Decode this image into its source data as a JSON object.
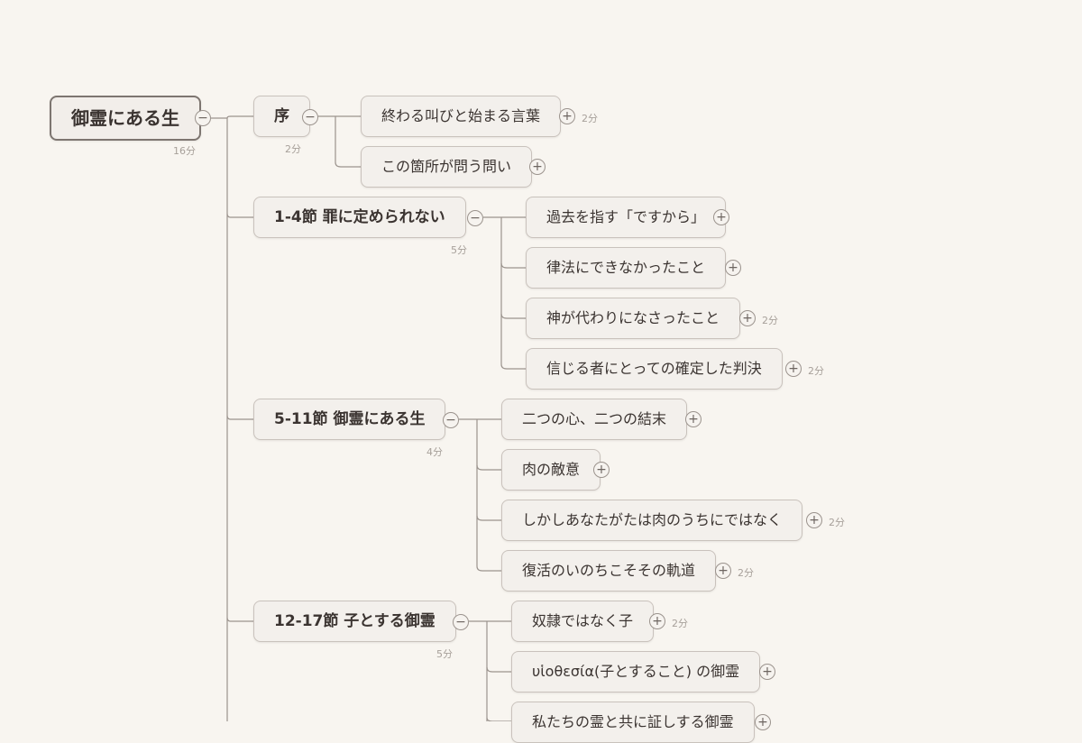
{
  "mindmap": {
    "root": {
      "label": "御霊にある生",
      "duration": "16分"
    },
    "sections": [
      {
        "label": "序",
        "duration": "2分",
        "children": [
          {
            "label": "終わる叫びと始まる言葉",
            "duration": "2分"
          },
          {
            "label": "この箇所が問う問い",
            "duration": ""
          }
        ]
      },
      {
        "label": "1-4節 罪に定められない",
        "duration": "5分",
        "children": [
          {
            "label": "過去を指す「ですから」",
            "duration": ""
          },
          {
            "label": "律法にできなかったこと",
            "duration": ""
          },
          {
            "label": "神が代わりになさったこと",
            "duration": "2分"
          },
          {
            "label": "信じる者にとっての確定した判決",
            "duration": "2分"
          }
        ]
      },
      {
        "label": "5-11節 御霊にある生",
        "duration": "4分",
        "children": [
          {
            "label": "二つの心、二つの結末",
            "duration": ""
          },
          {
            "label": "肉の敵意",
            "duration": ""
          },
          {
            "label": "しかしあなたがたは肉のうちにではなく",
            "duration": "2分"
          },
          {
            "label": "復活のいのちこそその軌道",
            "duration": "2分"
          }
        ]
      },
      {
        "label": "12-17節 子とする御霊",
        "duration": "5分",
        "children": [
          {
            "label": "奴隷ではなく子",
            "duration": "2分"
          },
          {
            "label": "υἱοθεσία(子とすること) の御霊",
            "duration": ""
          },
          {
            "label": "私たちの霊と共に証しする御霊",
            "duration": ""
          }
        ]
      }
    ],
    "icons": {
      "collapse": "minus-circle-icon",
      "expand": "plus-circle-icon"
    },
    "colors": {
      "background": "#f8f5f0",
      "node": "#f3f0ec",
      "line": "#9b938d",
      "text": "#3b3431"
    }
  }
}
